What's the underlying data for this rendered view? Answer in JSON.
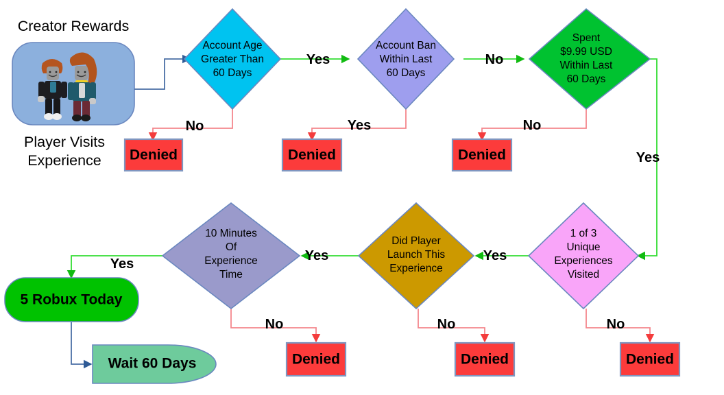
{
  "diagram": {
    "title": "Creator Rewards",
    "start": {
      "caption_top": "Creator Rewards",
      "caption_line1": "Player Visits",
      "caption_line2": "Experience",
      "fill": "#8cb0dd",
      "avatar_alt": "two-roblox-avatars"
    },
    "decisions": [
      {
        "id": "account-age",
        "lines": [
          "Account Age",
          "Greater Than",
          "60 Days"
        ],
        "fill": "#00c3f0",
        "yes_label": "Yes",
        "no_label": "No"
      },
      {
        "id": "account-ban",
        "lines": [
          "Account Ban",
          "Within Last",
          "60 Days"
        ],
        "fill": "#9e9eee",
        "yes_label": "Yes",
        "no_label": "No"
      },
      {
        "id": "spent-usd",
        "lines": [
          "Spent",
          "$9.99 USD",
          "Within Last",
          "60 Days"
        ],
        "fill": "#00c230",
        "yes_label": "Yes",
        "no_label": "No"
      },
      {
        "id": "unique-experiences",
        "lines": [
          "1 of 3",
          "Unique",
          "Experiences",
          "Visited"
        ],
        "fill": "#f9a5f9",
        "yes_label": "Yes",
        "no_label": "No"
      },
      {
        "id": "did-launch",
        "lines": [
          "Did Player",
          "Launch This",
          "Experience"
        ],
        "fill": "#cc9900",
        "yes_label": "Yes",
        "no_label": "No"
      },
      {
        "id": "ten-minutes",
        "lines": [
          "10 Minutes",
          "Of",
          "Experience",
          "Time"
        ],
        "fill": "#9a9acb",
        "yes_label": "Yes",
        "no_label": "No"
      }
    ],
    "denied_boxes": [
      {
        "id": "denied-1",
        "label": "Denied"
      },
      {
        "id": "denied-2",
        "label": "Denied"
      },
      {
        "id": "denied-3",
        "label": "Denied"
      },
      {
        "id": "denied-4",
        "label": "Denied"
      },
      {
        "id": "denied-5",
        "label": "Denied"
      },
      {
        "id": "denied-6",
        "label": "Denied"
      }
    ],
    "outcomes": [
      {
        "id": "reward",
        "label": "5 Robux Today",
        "fill": "#00c200"
      },
      {
        "id": "wait",
        "label": "Wait 60 Days",
        "fill": "#6ecb9c"
      }
    ],
    "edge_labels": {
      "age_yes": "Yes",
      "age_no": "No",
      "ban_no": "No",
      "ban_yes": "Yes",
      "spent_yes": "Yes",
      "spent_no": "No",
      "unique_yes": "Yes",
      "unique_no": "No",
      "launch_yes": "Yes",
      "launch_no": "No",
      "time_yes": "Yes",
      "time_no": "No"
    },
    "colors": {
      "denied_fill": "#fc3b3b",
      "denied_stroke": "#7f96c0",
      "yes_edge": "#33dd33",
      "no_edge": "#f4868c",
      "start_edge": "#4a6fa5",
      "background": "#ffffff"
    }
  }
}
